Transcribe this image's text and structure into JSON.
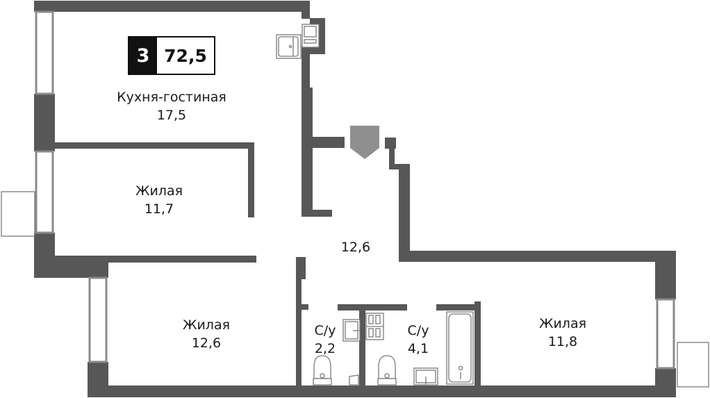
{
  "apartment": {
    "rooms_count": "3",
    "total_area": "72,5"
  },
  "rooms": [
    {
      "name": "Кухня-гостиная",
      "area": "17,5"
    },
    {
      "name": "Жилая",
      "area": "11,7"
    },
    {
      "name": "",
      "area": "12,6"
    },
    {
      "name": "Жилая",
      "area": "12,6"
    },
    {
      "name": "С/у",
      "area": "2,2"
    },
    {
      "name": "С/у",
      "area": "4,1"
    },
    {
      "name": "Жилая",
      "area": "11,8"
    }
  ],
  "icons": {
    "entrance": "entrance-arrow-icon",
    "stove": "stove-icon",
    "sink": "kitchen-sink-icon",
    "toilet": "toilet-icon",
    "bathtub": "bathtub-icon",
    "washbasin": "washbasin-icon",
    "washing_machine": "washing-machine-icon"
  },
  "colors": {
    "wall": "#575757",
    "entrance_marker": "#8f8f8f",
    "badge_dark": "#111111"
  }
}
